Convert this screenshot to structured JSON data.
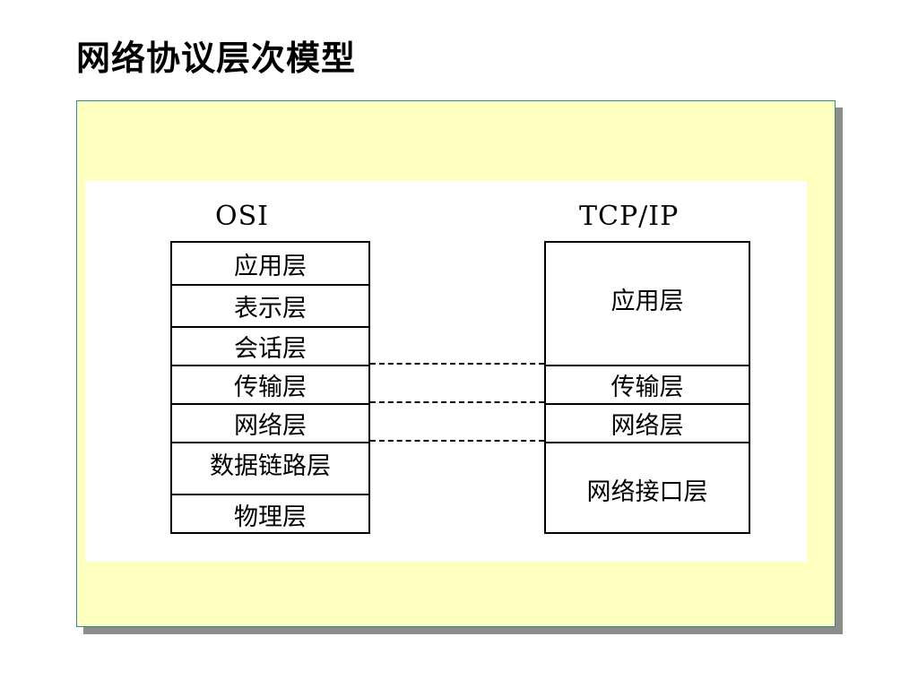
{
  "title": "网络协议层次模型",
  "diagram": {
    "osi": {
      "heading": "OSI",
      "layers": [
        "应用层",
        "表示层",
        "会话层",
        "传输层",
        "网络层",
        "数据链路层",
        "物理层"
      ]
    },
    "tcpip": {
      "heading": "TCP/IP",
      "layers": [
        "应用层",
        "传输层",
        "网络层",
        "网络接口层"
      ]
    }
  },
  "colors": {
    "frame_background": "#ffffc0",
    "frame_border": "#2f8f8f",
    "shadow": "#8c8c8c",
    "panel_background": "#ffffff",
    "lines": "#000000"
  }
}
